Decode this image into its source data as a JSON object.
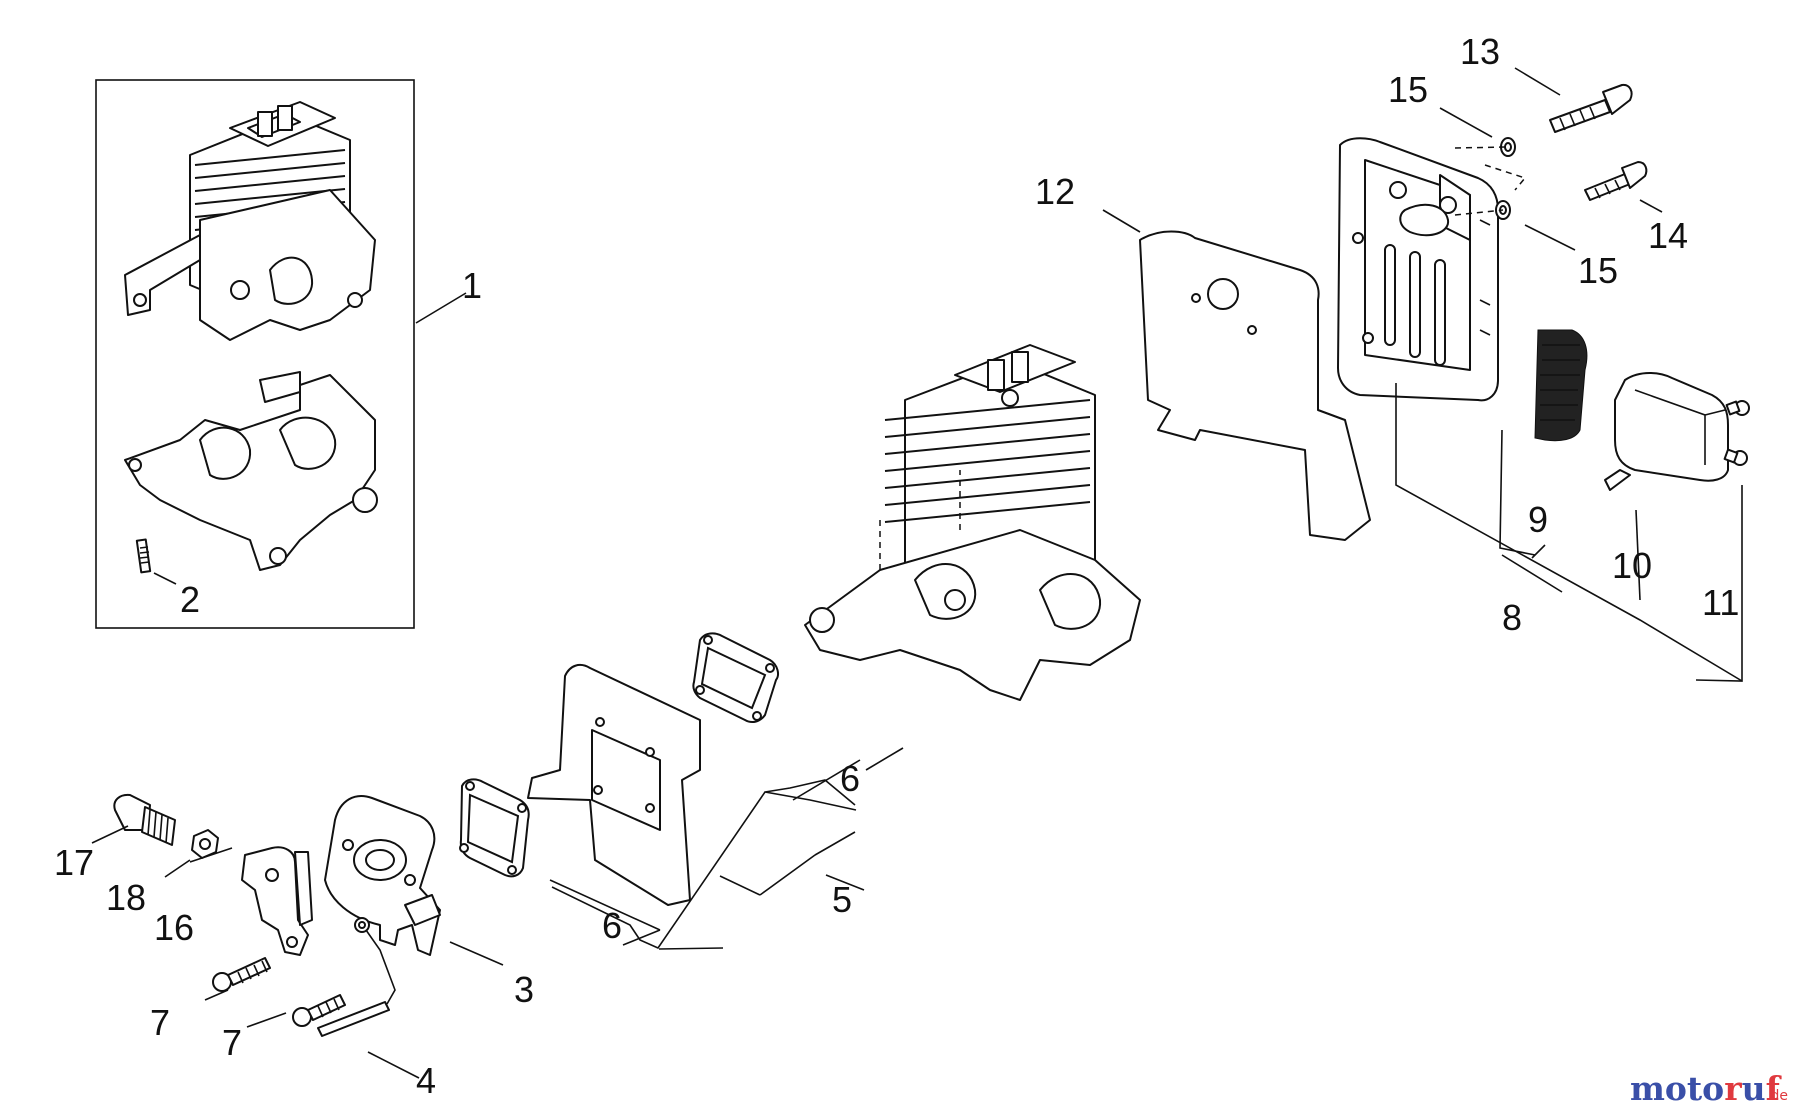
{
  "callouts": [
    "1",
    "2",
    "3",
    "4",
    "5",
    "6",
    "6",
    "7",
    "7",
    "8",
    "9",
    "10",
    "11",
    "12",
    "13",
    "14",
    "15",
    "15",
    "16",
    "17",
    "18"
  ],
  "watermark": {
    "text": "motoruf",
    "suffix": ".de",
    "color_a": "#3a4fa8",
    "color_b": "#e0393e"
  }
}
